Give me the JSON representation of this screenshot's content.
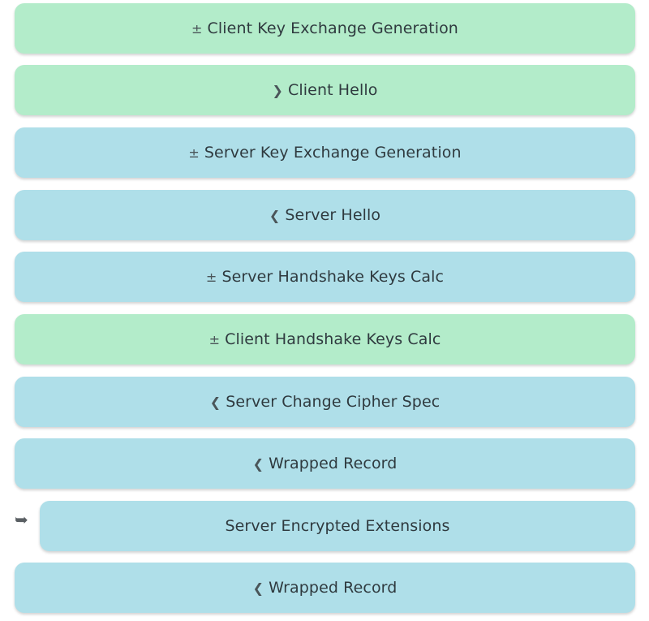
{
  "sequence": [
    {
      "prefix": "±",
      "label": "Client Key Exchange Generation",
      "side": "client"
    },
    {
      "prefix": "❯",
      "label": "Client Hello",
      "side": "client"
    },
    {
      "prefix": "±",
      "label": "Server Key Exchange Generation",
      "side": "server"
    },
    {
      "prefix": "❮",
      "label": "Server Hello",
      "side": "server"
    },
    {
      "prefix": "±",
      "label": "Server Handshake Keys Calc",
      "side": "server"
    },
    {
      "prefix": "±",
      "label": "Client Handshake Keys Calc",
      "side": "client"
    },
    {
      "prefix": "❮",
      "label": "Server Change Cipher Spec",
      "side": "server"
    },
    {
      "prefix": "❮",
      "label": "Wrapped Record",
      "side": "server"
    },
    {
      "prefix": "",
      "label": "Server Encrypted Extensions",
      "side": "server",
      "nested": true
    },
    {
      "prefix": "❮",
      "label": "Wrapped Record",
      "side": "server"
    }
  ],
  "colors": {
    "client": "#b3ecca",
    "server": "#afdfe9",
    "text": "#2f3a3f",
    "arrow": "#5a5f63"
  },
  "icons": {
    "generation": "plus-minus-icon",
    "sent": "chevron-right-icon",
    "received": "chevron-left-icon",
    "nested": "arrow-right-icon"
  }
}
